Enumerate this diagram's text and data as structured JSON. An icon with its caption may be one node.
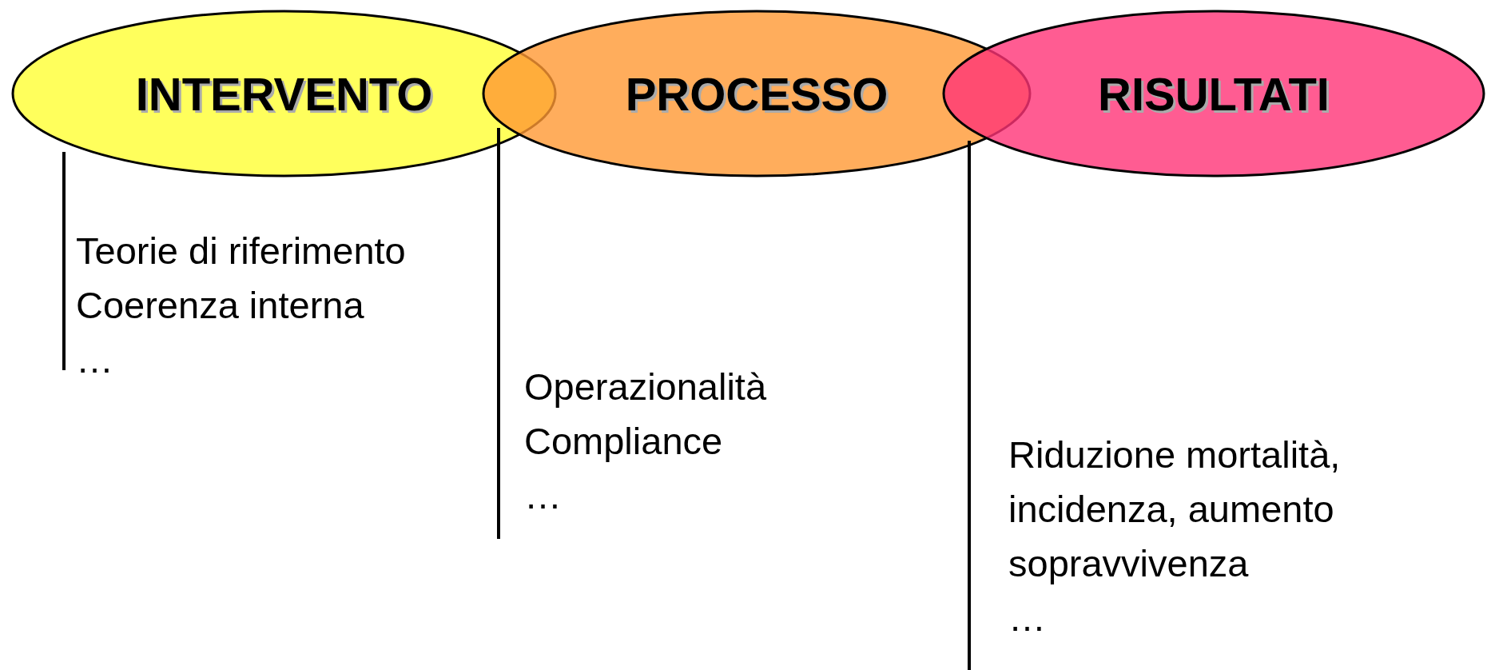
{
  "diagram": {
    "nodes": [
      {
        "text": [
          "INTERVENTO"
        ]
      },
      {
        "text": [
          "PROCESSO"
        ]
      },
      {
        "text": [
          "RISULTATI"
        ]
      }
    ],
    "labels": [
      "Teorie di riferimento",
      "Coerenza interna",
      "…",
      "Operazionalità",
      "Compliance",
      "…",
      "Riduzione mortalità, incidenza, aumento sopravvivenza",
      "…"
    ]
  }
}
